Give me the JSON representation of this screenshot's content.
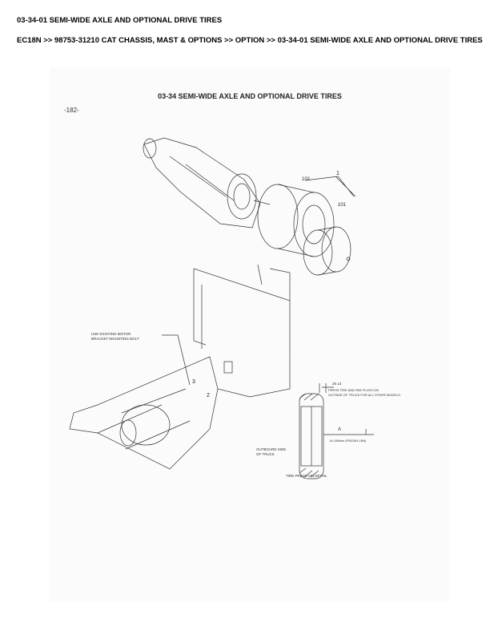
{
  "page": {
    "heading": "03-34-01 SEMI-WIDE AXLE AND OPTIONAL DRIVE TIRES",
    "breadcrumb": "EC18N >> 98753-31210 CAT CHASSIS, MAST & OPTIONS >> OPTION >> 03-34-01 SEMI-WIDE AXLE AND OPTIONAL DRIVE TIRES"
  },
  "figure": {
    "title": "03-34 SEMI-WIDE AXLE AND OPTIONAL DRIVE TIRES",
    "page_number": "-182-",
    "callouts": {
      "c1": "1",
      "c102": "102",
      "c101": "101",
      "c2": "2",
      "c3": "3"
    },
    "note_motor_1": "USE EXISTING MOTOR",
    "note_motor_2": "BRACKET MOUNTING BOLT",
    "dimension": "25 ±3",
    "press_note_1": "PRESS TIRE AND RIM FLUSH ON",
    "press_note_2": "OUTSIDE OF TRUCK FOR ALL OTHER MODELS.",
    "label_a": "A",
    "a_value": "A=146mm (P5015H-18N)",
    "outboard_1": "OUTBOARD SIDE",
    "outboard_2": "OF TRUCK",
    "detail_caption": "TIRE PRESS-ON DETAIL"
  }
}
